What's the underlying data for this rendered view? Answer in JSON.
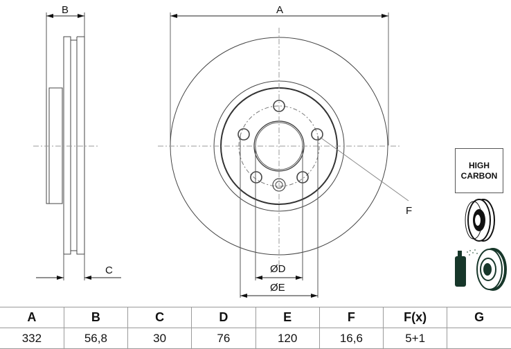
{
  "drawing": {
    "side_view_labels": {
      "b": "B",
      "c": "C"
    },
    "front_view_labels": {
      "a": "A",
      "d": "ØD",
      "e": "ØE",
      "f": "F"
    },
    "badge": {
      "line1": "HIGH",
      "line2": "CARBON"
    },
    "icons": [
      "vented-disc-icon",
      "coated-disc-spray-icon"
    ]
  },
  "spec_table": {
    "headers": [
      "A",
      "B",
      "C",
      "D",
      "E",
      "F",
      "F(x)",
      "G"
    ],
    "values": [
      "332",
      "56,8",
      "30",
      "76",
      "120",
      "16,6",
      "5+1",
      ""
    ]
  }
}
